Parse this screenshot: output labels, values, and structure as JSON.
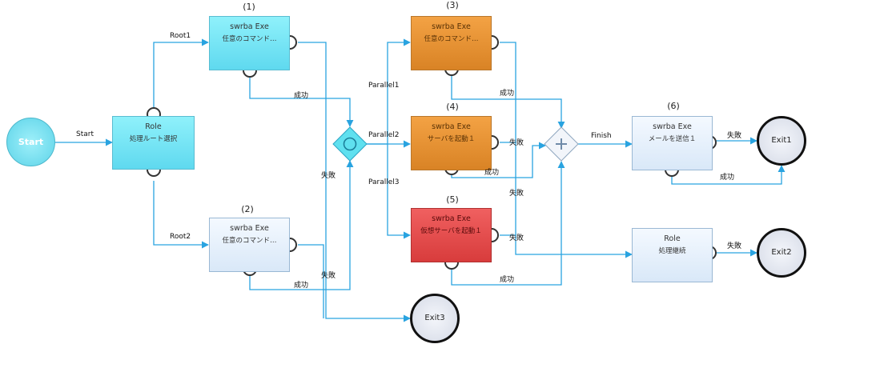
{
  "start": {
    "label": "Start"
  },
  "role_node": {
    "title": "Role",
    "subtitle": "処理ルート選択"
  },
  "nodes": {
    "n1": {
      "number": "(1)",
      "title": "swrba  Exe",
      "subtitle": "任意のコマンド…"
    },
    "n2": {
      "number": "(2)",
      "title": "swrba  Exe",
      "subtitle": "任意のコマンド…"
    },
    "n3": {
      "number": "(3)",
      "title": "swrba  Exe",
      "subtitle": "任意のコマンド…"
    },
    "n4": {
      "number": "(4)",
      "title": "swrba  Exe",
      "subtitle": "サーバを起動１"
    },
    "n5": {
      "number": "(5)",
      "title": "swrba  Exe",
      "subtitle": "仮想サーバを起動１"
    },
    "n6": {
      "number": "(6)",
      "title": "swrba  Exe",
      "subtitle": "メールを送信１"
    }
  },
  "role_log": {
    "title": "Role",
    "subtitle": "処理継続"
  },
  "exits": {
    "exit1": "Exit1",
    "exit2": "Exit2",
    "exit3": "Exit3"
  },
  "edge_labels": {
    "start": "Start",
    "root1": "Root1",
    "root2": "Root2",
    "parallel1": "Parallel1",
    "parallel2": "Parallel2",
    "parallel3": "Parallel3",
    "finish": "Finish",
    "success": "成功",
    "failure": "失敗"
  },
  "colors": {
    "connector": "#29a3e0",
    "gateway": "#5fe0ef"
  }
}
